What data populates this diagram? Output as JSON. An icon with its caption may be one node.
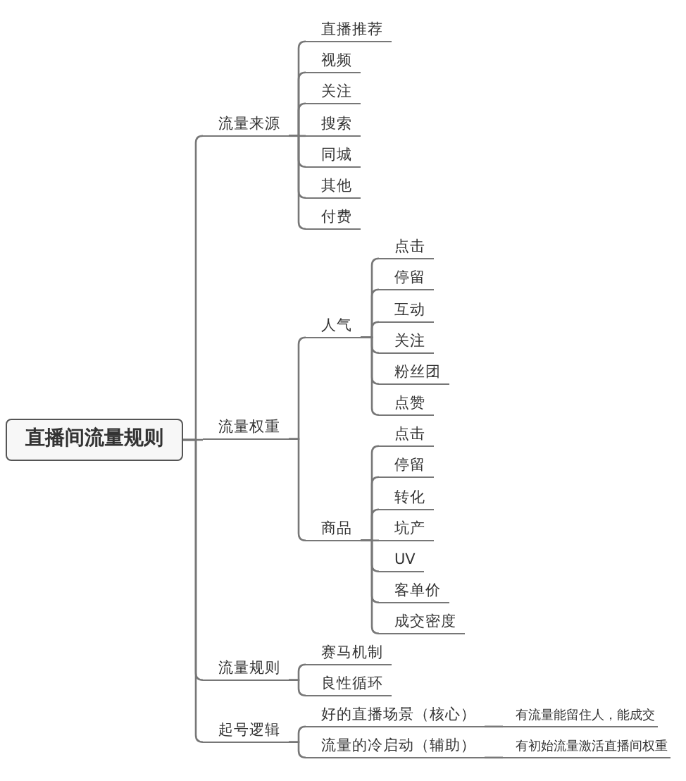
{
  "diagram": {
    "nodes": [
      {
        "text": [
          "直播间流量规则"
        ]
      },
      {
        "text": [
          "流量来源"
        ]
      },
      {
        "text": [
          "直播推荐"
        ]
      },
      {
        "text": [
          "视频"
        ]
      },
      {
        "text": [
          "关注"
        ]
      },
      {
        "text": [
          "搜索"
        ]
      },
      {
        "text": [
          "同城"
        ]
      },
      {
        "text": [
          "其他"
        ]
      },
      {
        "text": [
          "付费"
        ]
      },
      {
        "text": [
          "流量权重"
        ]
      },
      {
        "text": [
          "人气"
        ]
      },
      {
        "text": [
          "点击"
        ]
      },
      {
        "text": [
          "停留"
        ]
      },
      {
        "text": [
          "互动"
        ]
      },
      {
        "text": [
          "关注"
        ]
      },
      {
        "text": [
          "粉丝团"
        ]
      },
      {
        "text": [
          "点赞"
        ]
      },
      {
        "text": [
          "商品"
        ]
      },
      {
        "text": [
          "点击"
        ]
      },
      {
        "text": [
          "停留"
        ]
      },
      {
        "text": [
          "转化"
        ]
      },
      {
        "text": [
          "坑产"
        ]
      },
      {
        "text": [
          "UV"
        ]
      },
      {
        "text": [
          "客单价"
        ]
      },
      {
        "text": [
          "成交密度"
        ]
      },
      {
        "text": [
          "流量规则"
        ]
      },
      {
        "text": [
          "赛马机制"
        ]
      },
      {
        "text": [
          "良性循环"
        ]
      },
      {
        "text": [
          "起号逻辑"
        ]
      },
      {
        "text": [
          "好的直播场景（核心）"
        ]
      },
      {
        "text": [
          "流量的冷启动（辅助）"
        ]
      },
      {
        "text": [
          "有流量能留住人，能成交"
        ]
      },
      {
        "text": [
          "有初始流量激活直播间权重"
        ]
      }
    ],
    "edges": [
      {
        "from": 0,
        "to": 1,
        "arrow": "none"
      },
      {
        "from": 1,
        "to": 2,
        "arrow": "none"
      },
      {
        "from": 1,
        "to": 3,
        "arrow": "none"
      },
      {
        "from": 1,
        "to": 4,
        "arrow": "none"
      },
      {
        "from": 1,
        "to": 5,
        "arrow": "none"
      },
      {
        "from": 1,
        "to": 6,
        "arrow": "none"
      },
      {
        "from": 1,
        "to": 7,
        "arrow": "none"
      },
      {
        "from": 1,
        "to": 8,
        "arrow": "none"
      },
      {
        "from": 0,
        "to": 9,
        "arrow": "none"
      },
      {
        "from": 9,
        "to": 10,
        "arrow": "none"
      },
      {
        "from": 10,
        "to": 11,
        "arrow": "none"
      },
      {
        "from": 10,
        "to": 12,
        "arrow": "none"
      },
      {
        "from": 10,
        "to": 13,
        "arrow": "none"
      },
      {
        "from": 10,
        "to": 14,
        "arrow": "none"
      },
      {
        "from": 10,
        "to": 15,
        "arrow": "none"
      },
      {
        "from": 10,
        "to": 16,
        "arrow": "none"
      },
      {
        "from": 9,
        "to": 17,
        "arrow": "none"
      },
      {
        "from": 17,
        "to": 18,
        "arrow": "none"
      },
      {
        "from": 17,
        "to": 19,
        "arrow": "none"
      },
      {
        "from": 17,
        "to": 20,
        "arrow": "none"
      },
      {
        "from": 17,
        "to": 21,
        "arrow": "none"
      },
      {
        "from": 17,
        "to": 22,
        "arrow": "none"
      },
      {
        "from": 17,
        "to": 23,
        "arrow": "none"
      },
      {
        "from": 17,
        "to": 24,
        "arrow": "none"
      },
      {
        "from": 0,
        "to": 25,
        "arrow": "none"
      },
      {
        "from": 25,
        "to": 26,
        "arrow": "none"
      },
      {
        "from": 25,
        "to": 27,
        "arrow": "none"
      },
      {
        "from": 0,
        "to": 28,
        "arrow": "none"
      },
      {
        "from": 28,
        "to": 29,
        "arrow": "none"
      },
      {
        "from": 28,
        "to": 30,
        "arrow": "none"
      },
      {
        "from": 29,
        "to": 31,
        "arrow": "none"
      },
      {
        "from": 30,
        "to": 32,
        "arrow": "none"
      }
    ]
  }
}
